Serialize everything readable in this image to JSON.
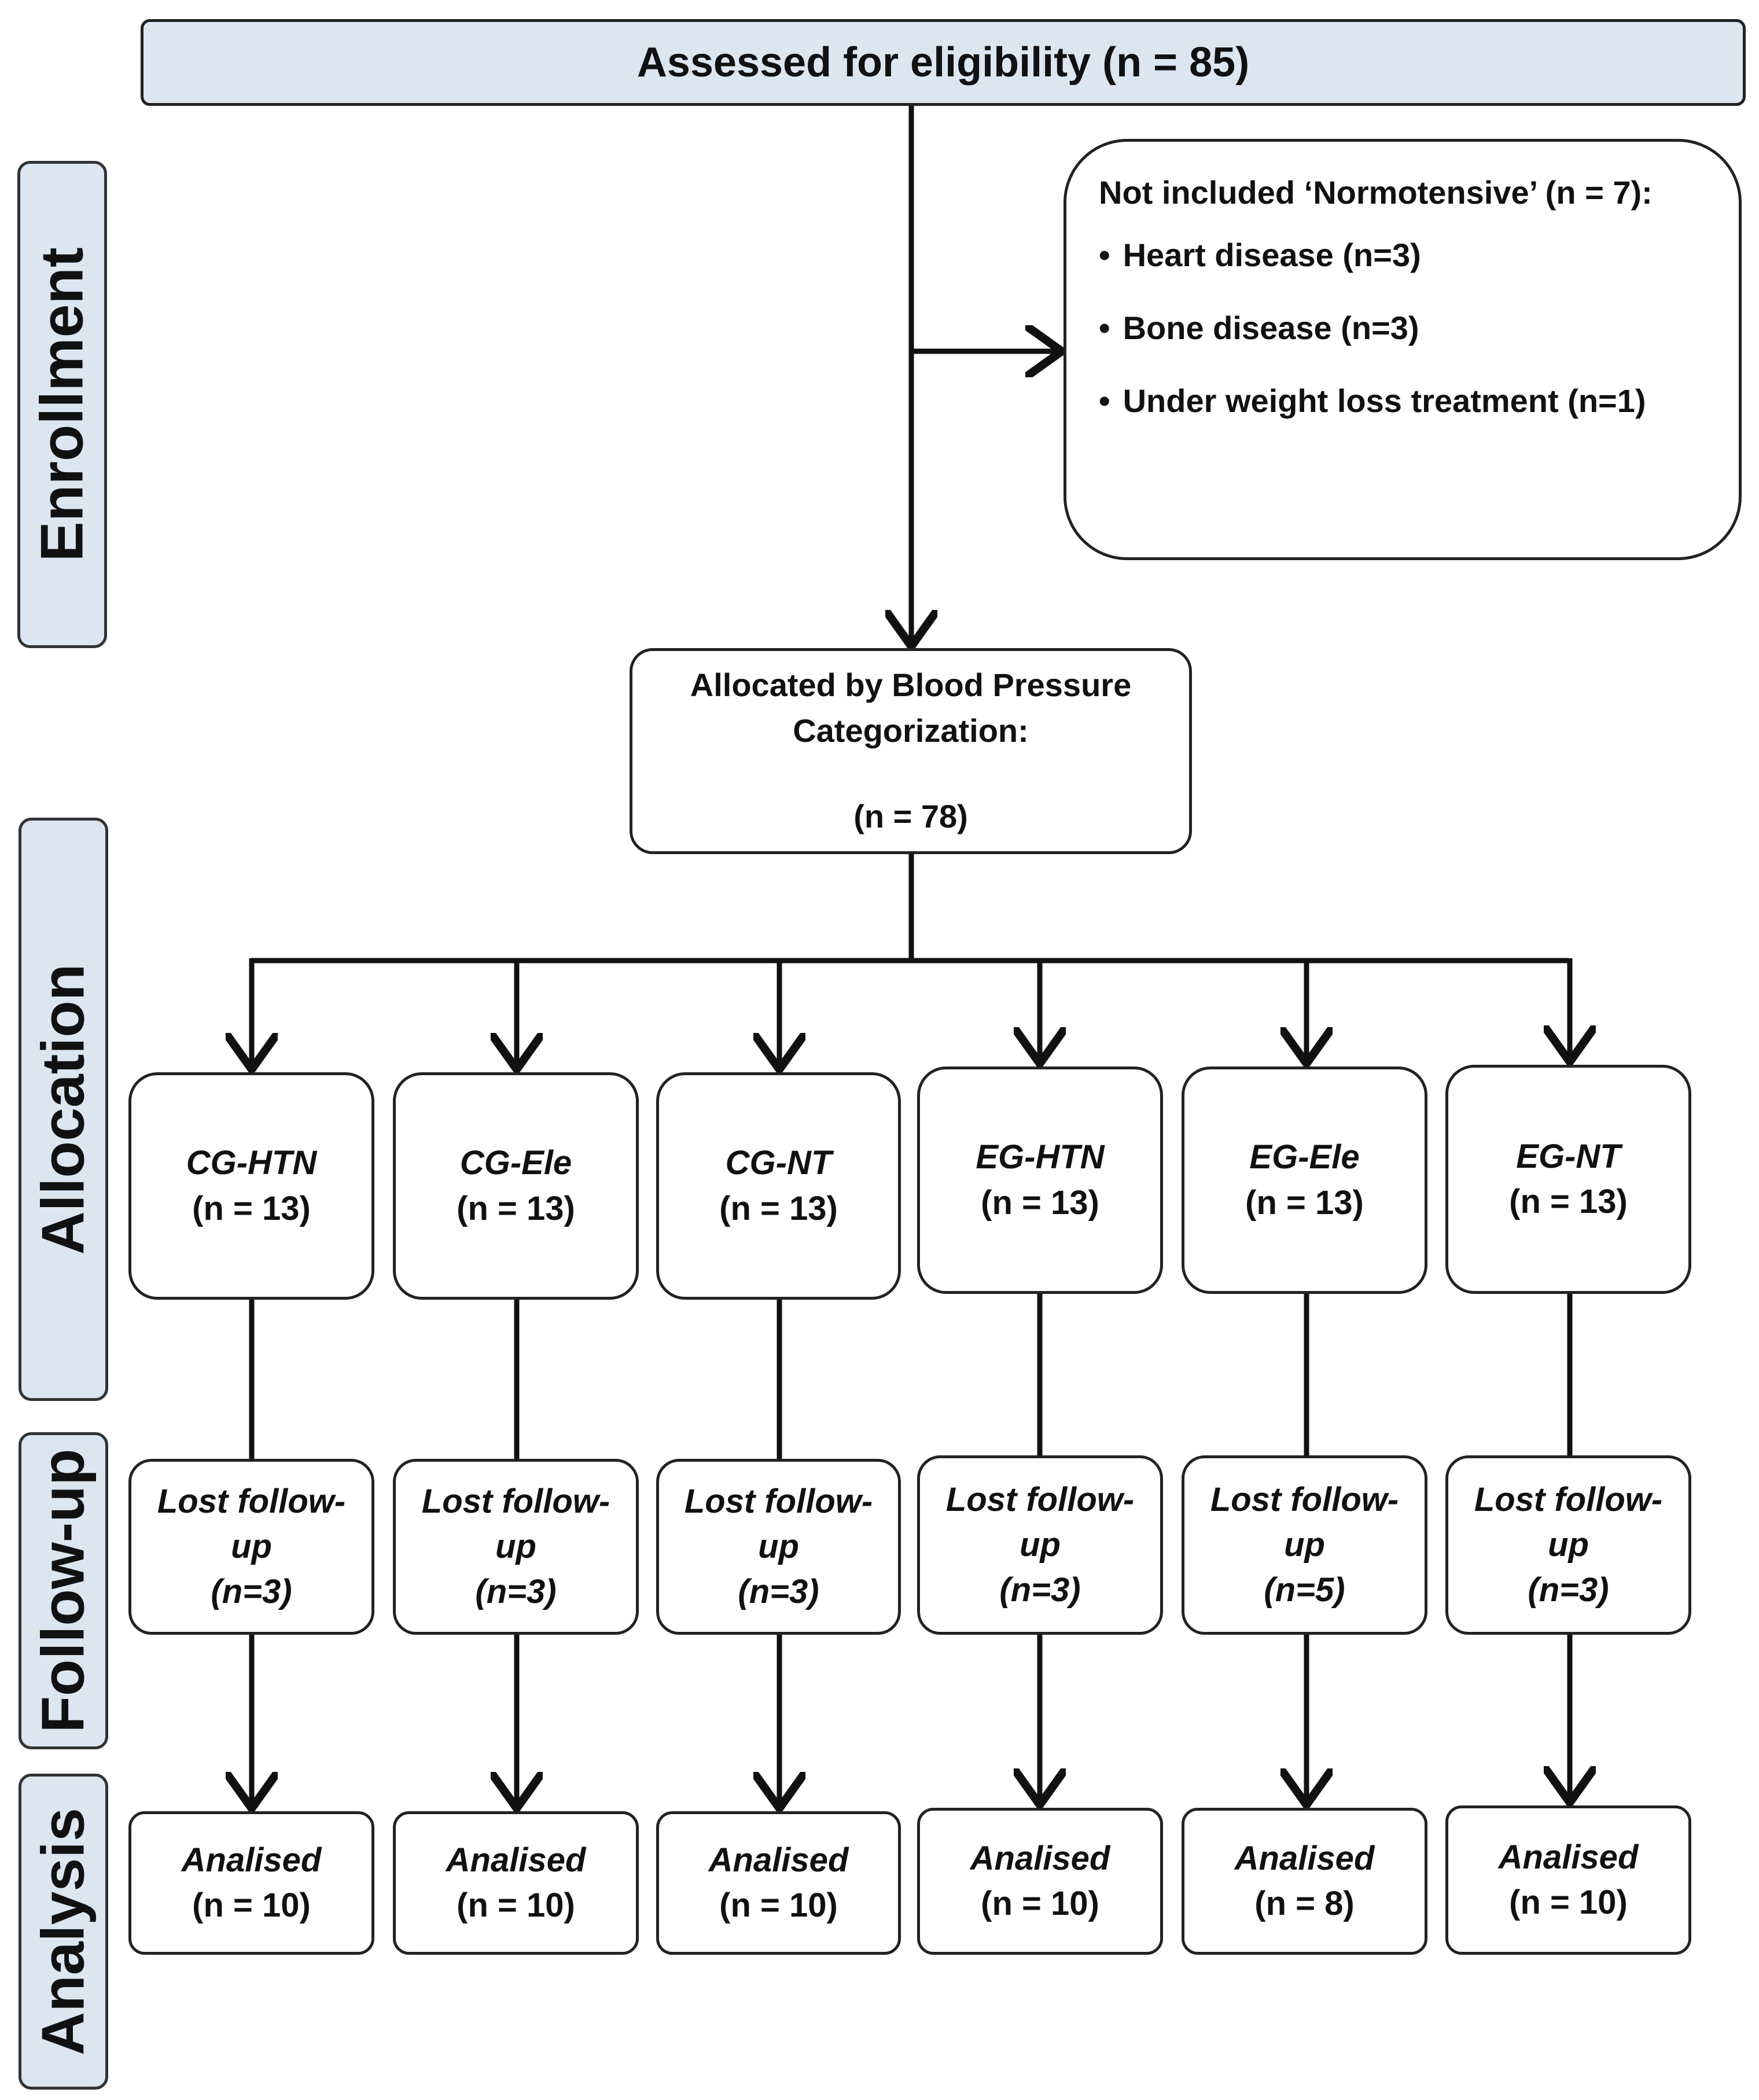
{
  "stages": {
    "enrollment": "Enrollment",
    "allocation": "Allocation",
    "followup": "Follow-up",
    "analysis": "Analysis"
  },
  "assessed": "Assessed for eligibility (n = 85)",
  "excluded": {
    "title": "Not included ‘Normotensive’ (n = 7):",
    "items": [
      "Heart disease (n=3)",
      "Bone disease (n=3)",
      "Under weight loss treatment (n=1)"
    ]
  },
  "allocated": {
    "line1": "Allocated by Blood Pressure",
    "line2": "Categorization:",
    "n": "(n = 78)"
  },
  "groups": [
    {
      "name": "CG-HTN",
      "n": "(n = 13)",
      "lost_line1": "Lost follow-",
      "lost_line2": "up",
      "lost_n": "(n=3)",
      "analysed": "Analised",
      "analysed_n": "(n = 10)"
    },
    {
      "name": "CG-Ele",
      "n": "(n = 13)",
      "lost_line1": "Lost follow-",
      "lost_line2": "up",
      "lost_n": "(n=3)",
      "analysed": "Analised",
      "analysed_n": "(n = 10)"
    },
    {
      "name": "CG-NT",
      "n": "(n = 13)",
      "lost_line1": "Lost follow-",
      "lost_line2": "up",
      "lost_n": "(n=3)",
      "analysed": "Analised",
      "analysed_n": "(n = 10)"
    },
    {
      "name": "EG-HTN",
      "n": "(n = 13)",
      "lost_line1": "Lost follow-",
      "lost_line2": "up",
      "lost_n": "(n=3)",
      "analysed": "Analised",
      "analysed_n": "(n = 10)"
    },
    {
      "name": "EG-Ele",
      "n": "(n = 13)",
      "lost_line1": "Lost follow-",
      "lost_line2": "up",
      "lost_n": "(n=5)",
      "analysed": "Analised",
      "analysed_n": "(n = 8)"
    },
    {
      "name": "EG-NT",
      "n": "(n = 13)",
      "lost_line1": "Lost follow-",
      "lost_line2": "up",
      "lost_n": "(n=3)",
      "analysed": "Analised",
      "analysed_n": "(n = 10)"
    }
  ]
}
